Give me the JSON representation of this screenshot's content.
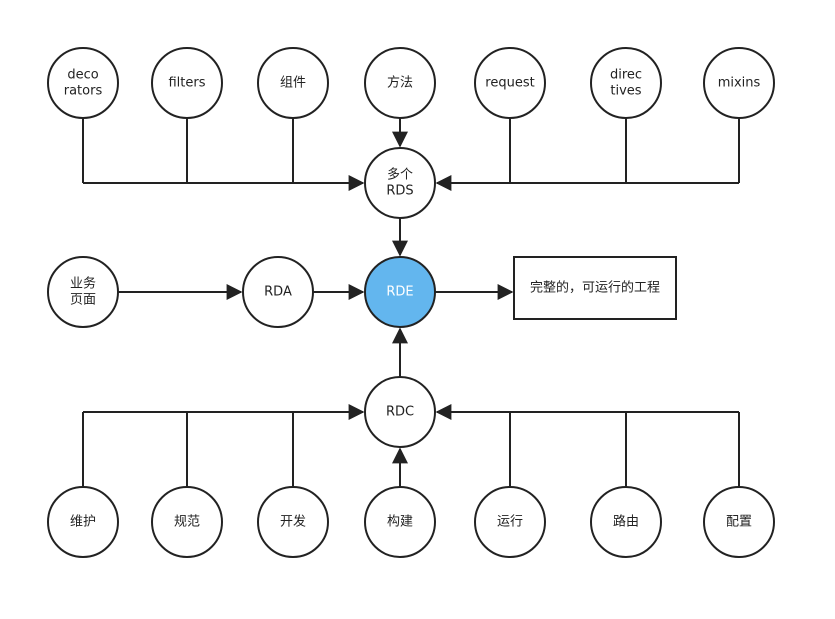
{
  "nodes": {
    "decorators": [
      "deco",
      "rators"
    ],
    "filters": [
      "filters"
    ],
    "components": [
      "组件"
    ],
    "methods": [
      "方法"
    ],
    "request": [
      "request"
    ],
    "directives": [
      "direc",
      "tives"
    ],
    "mixins": [
      "mixins"
    ],
    "rds": [
      "多个",
      "RDS"
    ],
    "business": [
      "业务",
      "页面"
    ],
    "rda": [
      "RDA"
    ],
    "rde": [
      "RDE"
    ],
    "output": [
      "完整的，可运行的工程"
    ],
    "rdc": [
      "RDC"
    ],
    "maintain": [
      "维护"
    ],
    "spec": [
      "规范"
    ],
    "develop": [
      "开发"
    ],
    "build": [
      "构建"
    ],
    "run": [
      "运行"
    ],
    "route": [
      "路由"
    ],
    "config": [
      "配置"
    ]
  },
  "colors": {
    "highlight": "#63b6ee",
    "stroke": "#222222"
  }
}
